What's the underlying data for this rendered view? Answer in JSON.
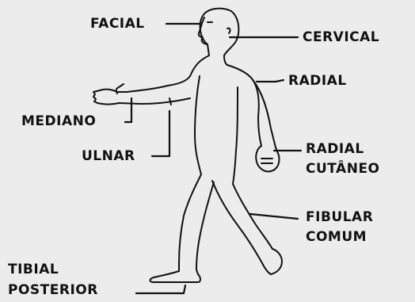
{
  "labels": {
    "facial": "FACIAL",
    "cervical": "CERVICAL",
    "radial": "RADIAL",
    "mediano": "MEDIANO",
    "ulnar": "ULNAR",
    "radial_cutaneo_line1": "RADIAL",
    "radial_cutaneo_line2": "CUTÂNEO",
    "fibular_comum_line1": "FIBULAR",
    "fibular_comum_line2": "COMUM",
    "tibial_posterior_line1": "TIBIAL",
    "tibial_posterior_line2": "POSTERIOR"
  },
  "colors": {
    "ink": "#111111",
    "paper": "#ececec"
  }
}
